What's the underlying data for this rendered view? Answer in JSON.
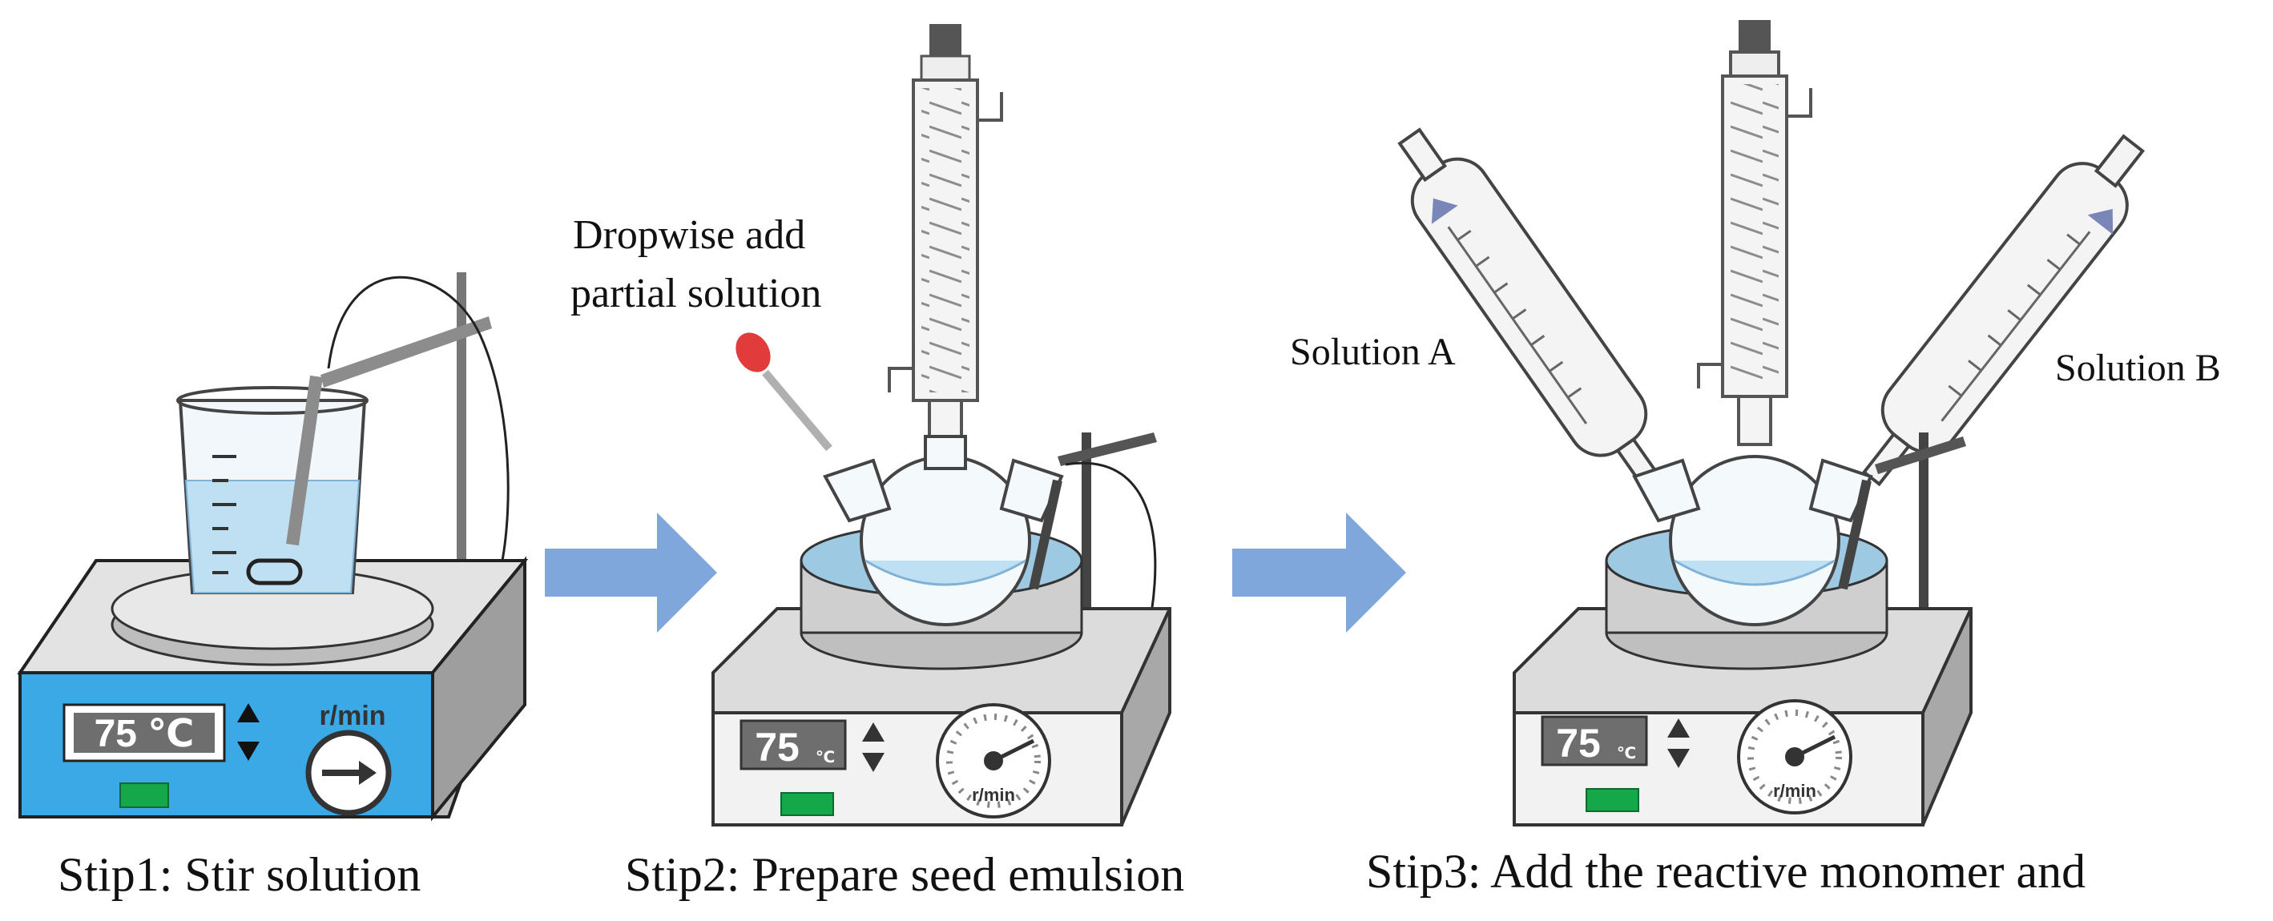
{
  "labels": {
    "dropwise": [
      "Dropwise add",
      "partial solution"
    ],
    "solution_a": "Solution A",
    "solution_b": "Solution B"
  },
  "steps": [
    {
      "caption": "Stip1: Stir solution",
      "temp_value": "75 ℃",
      "speed_unit": "r/min"
    },
    {
      "caption": "Stip2: Prepare seed emulsion",
      "temp_value": "75",
      "temp_unit": "℃",
      "speed_unit": "r/min"
    },
    {
      "caption": "Stip3: Add the reactive monomer and",
      "temp_value": "75",
      "temp_unit": "℃",
      "speed_unit": "r/min"
    }
  ],
  "colors": {
    "panel_blue": "#3aa9e6",
    "arrow_blue": "#7fa7dc",
    "water": "#bfe0f3",
    "led_green": "#14a84b",
    "gray": "#d9d9d9"
  },
  "icons": [
    "arrow-right-icon",
    "dropper-icon",
    "condenser-icon",
    "funnel-icon",
    "dial-icon"
  ]
}
